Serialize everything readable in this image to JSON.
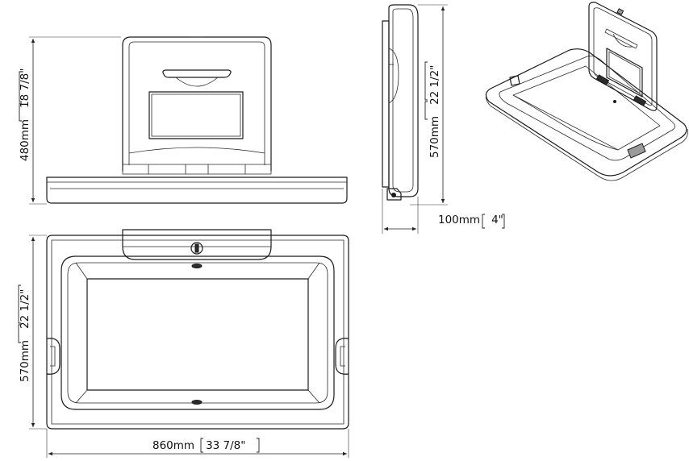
{
  "dimensions": {
    "front_height": "480mm",
    "front_height_imperial": "18 7/8\"",
    "side_height": "570mm",
    "side_height_imperial": "22 1/2\"",
    "side_depth": "100mm",
    "side_depth_imperial": "4\"",
    "top_height": "570mm",
    "top_height_imperial": "22 1/2\"",
    "top_width": "860mm",
    "top_width_imperial": "33 7/8\""
  }
}
